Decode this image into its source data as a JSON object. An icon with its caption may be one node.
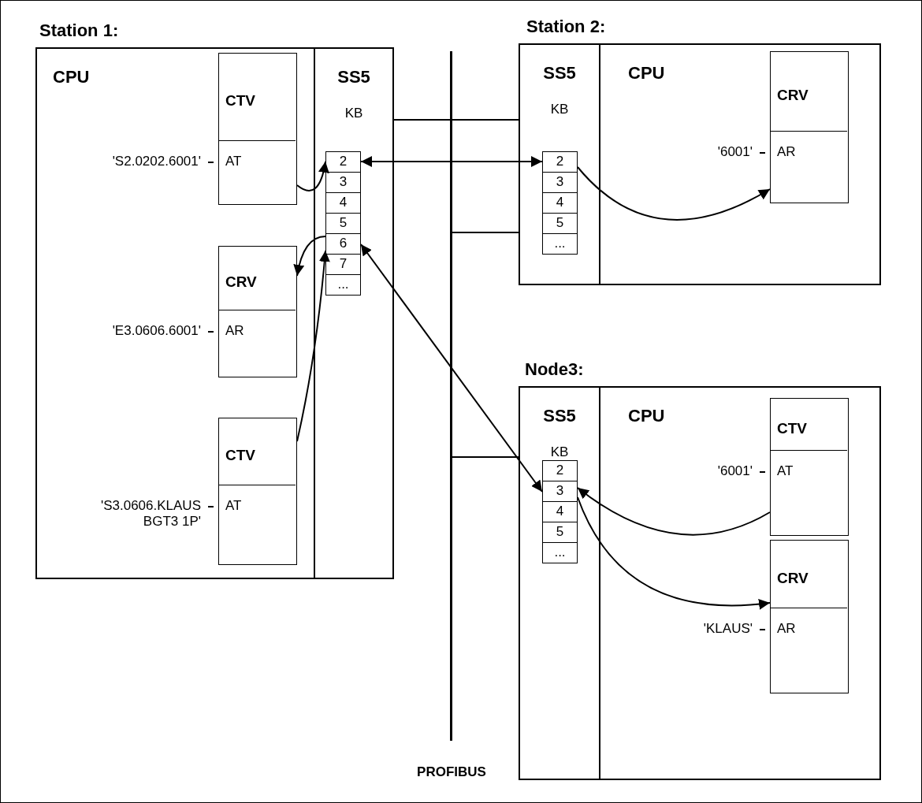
{
  "diagram": {
    "nodes": [
      {
        "text": [
          "Station 1:"
        ]
      },
      {
        "text": [
          "CPU"
        ],
        "in": 0
      },
      {
        "text": [
          "CTV",
          "AT"
        ],
        "in": 1,
        "beside": [
          "'S2.0202.6001'"
        ]
      },
      {
        "text": [
          "CRV",
          "AR"
        ],
        "in": 1,
        "beside": [
          "'E3.0606.6001'"
        ]
      },
      {
        "text": [
          "CTV",
          "AT"
        ],
        "in": 1,
        "beside": [
          "'S3.0606.KLAUS BGT3 1P'"
        ]
      },
      {
        "text": [
          "SS5",
          "KB"
        ],
        "in": 0
      },
      {
        "text": [
          "2"
        ],
        "in": 5
      },
      {
        "text": [
          "3"
        ],
        "in": 5
      },
      {
        "text": [
          "4"
        ],
        "in": 5
      },
      {
        "text": [
          "5"
        ],
        "in": 5
      },
      {
        "text": [
          "6"
        ],
        "in": 5
      },
      {
        "text": [
          "7"
        ],
        "in": 5
      },
      {
        "text": [
          "..."
        ],
        "in": 5
      },
      {
        "text": [
          "Station 2:"
        ]
      },
      {
        "text": [
          "SS5",
          "KB"
        ],
        "in": 13
      },
      {
        "text": [
          "2"
        ],
        "in": 14
      },
      {
        "text": [
          "3"
        ],
        "in": 14
      },
      {
        "text": [
          "4"
        ],
        "in": 14
      },
      {
        "text": [
          "5"
        ],
        "in": 14
      },
      {
        "text": [
          "..."
        ],
        "in": 14
      },
      {
        "text": [
          "CPU"
        ],
        "in": 13
      },
      {
        "text": [
          "CRV",
          "AR"
        ],
        "in": 20,
        "beside": [
          "'6001'"
        ]
      },
      {
        "text": [
          "Node3:"
        ]
      },
      {
        "text": [
          "SS5",
          "KB"
        ],
        "in": 22
      },
      {
        "text": [
          "2"
        ],
        "in": 23
      },
      {
        "text": [
          "3"
        ],
        "in": 23
      },
      {
        "text": [
          "4"
        ],
        "in": 23
      },
      {
        "text": [
          "5"
        ],
        "in": 23
      },
      {
        "text": [
          "..."
        ],
        "in": 23
      },
      {
        "text": [
          "CPU"
        ],
        "in": 22
      },
      {
        "text": [
          "CTV",
          "AT"
        ],
        "in": 29,
        "beside": [
          "'6001'"
        ]
      },
      {
        "text": [
          "CRV",
          "AR"
        ],
        "in": 29,
        "beside": [
          "'KLAUS'"
        ]
      },
      {
        "text": [],
        "shape": "bar",
        "beside": [
          "PROFIBUS"
        ]
      }
    ],
    "edges": [
      {
        "from": 5,
        "to": 32,
        "arrow": "none"
      },
      {
        "from": 32,
        "to": 14,
        "arrow": "none"
      },
      {
        "from": 32,
        "to": 14,
        "arrow": "none"
      },
      {
        "from": 32,
        "to": 23,
        "arrow": "none"
      },
      {
        "from": 2,
        "to": 6,
        "arrow": "to"
      },
      {
        "from": 6,
        "to": 15,
        "arrow": "both"
      },
      {
        "from": 15,
        "to": 21,
        "arrow": "to"
      },
      {
        "from": 10,
        "to": 3,
        "arrow": "to"
      },
      {
        "from": 4,
        "to": 10,
        "arrow": "to"
      },
      {
        "from": 10,
        "to": 25,
        "arrow": "both"
      },
      {
        "from": 30,
        "to": 25,
        "arrow": "to"
      },
      {
        "from": 25,
        "to": 31,
        "arrow": "to"
      }
    ]
  }
}
